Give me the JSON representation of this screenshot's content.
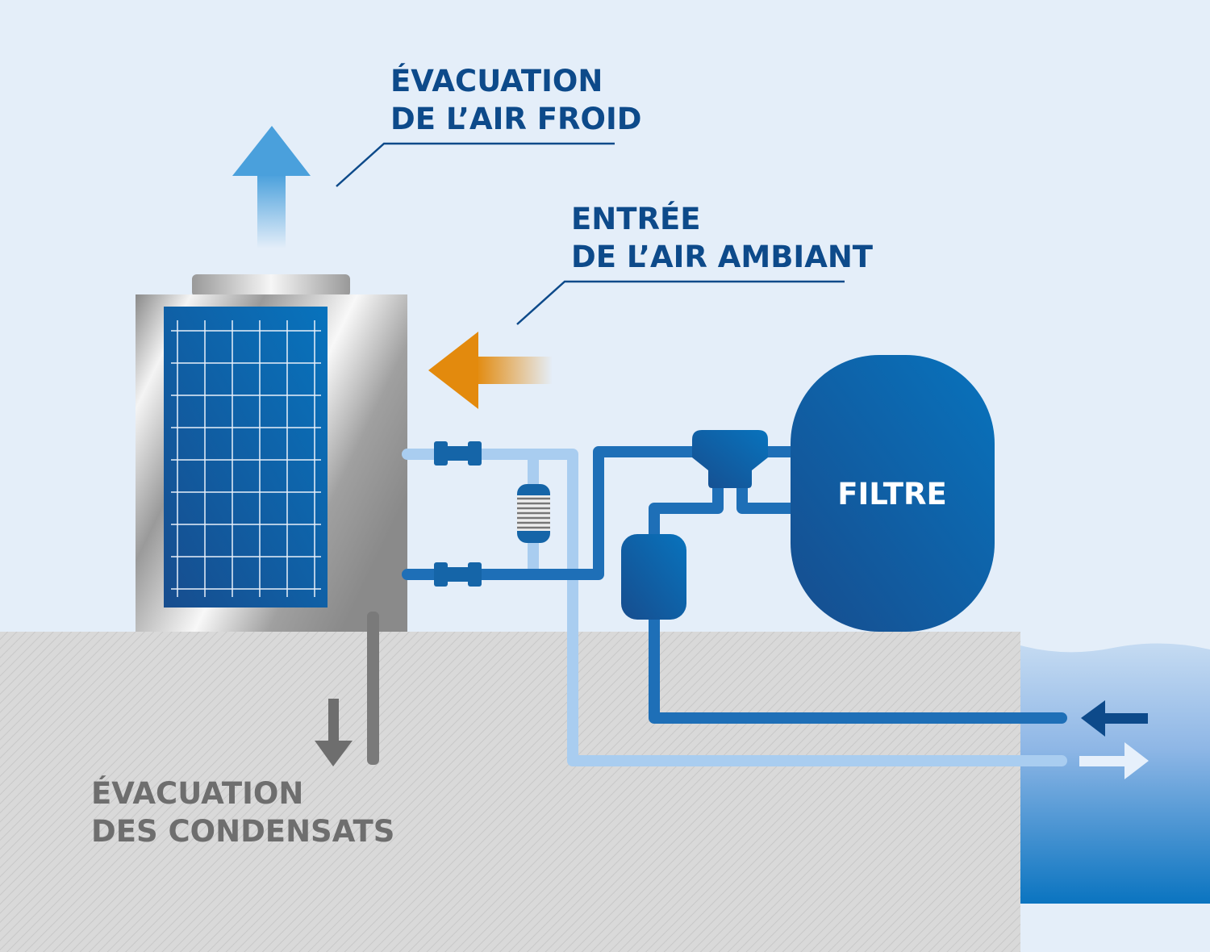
{
  "labels": {
    "cold_air_exhaust": [
      "ÉVACUATION",
      "DE L’AIR FROID"
    ],
    "ambient_air_intake": [
      "ENTRÉE",
      "DE L’AIR AMBIANT"
    ],
    "condensate_drain": [
      "ÉVACUATION",
      "DES CONDENSATS"
    ],
    "filter": "FILTRE"
  },
  "colors": {
    "background": "#e4eef9",
    "label_blue": "#0d4a8a",
    "label_gray": "#6e6e6e",
    "hot_water_pipe": "#1e6fb7",
    "cold_water_pipe": "#a9cdf0",
    "air_intake_arrow": "#e38a0d",
    "air_exhaust_arrow": "#4aa0dc",
    "ground": "#d8d8d8"
  }
}
